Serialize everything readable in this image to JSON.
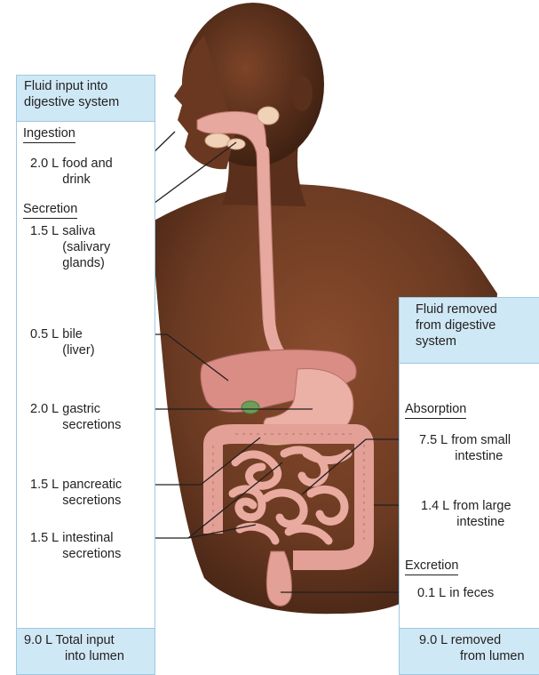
{
  "left_panel": {
    "header": [
      "Fluid input into",
      "digestive system"
    ],
    "ingestion": {
      "title": "Ingestion",
      "amount": "2.0 L",
      "label_lines": [
        "food and",
        "drink"
      ]
    },
    "secretion": {
      "title": "Secretion",
      "items": [
        {
          "amount": "1.5 L",
          "label_lines": [
            "saliva",
            "(salivary",
            "glands)"
          ]
        },
        {
          "amount": "0.5 L",
          "label_lines": [
            "bile",
            "(liver)"
          ]
        },
        {
          "amount": "2.0 L",
          "label_lines": [
            "gastric",
            "secretions"
          ]
        },
        {
          "amount": "1.5 L",
          "label_lines": [
            "pancreatic",
            "secretions"
          ]
        },
        {
          "amount": "1.5 L",
          "label_lines": [
            "intestinal",
            "secretions"
          ]
        }
      ]
    },
    "footer": {
      "amount": "9.0 L",
      "label_lines": [
        "Total input",
        "into lumen"
      ]
    }
  },
  "right_panel": {
    "header": [
      "Fluid removed",
      "from digestive",
      "system"
    ],
    "absorption": {
      "title": "Absorption",
      "items": [
        {
          "amount": "7.5 L",
          "label_lines": [
            "from small",
            "intestine"
          ]
        },
        {
          "amount": "1.4 L",
          "label_lines": [
            "from large",
            "intestine"
          ]
        }
      ]
    },
    "excretion": {
      "title": "Excretion",
      "items": [
        {
          "amount": "0.1 L",
          "label_lines": [
            "in feces"
          ]
        }
      ]
    },
    "footer": {
      "amount": "9.0 L",
      "label_lines": [
        "removed",
        "from lumen"
      ]
    }
  },
  "colors": {
    "panel_fill": "#cfe8f5",
    "panel_border": "#9fc9de",
    "skin": "#6b3a22",
    "organ": "#e7a8a0",
    "liver": "#d98d84",
    "leader_line": "#231f20"
  }
}
